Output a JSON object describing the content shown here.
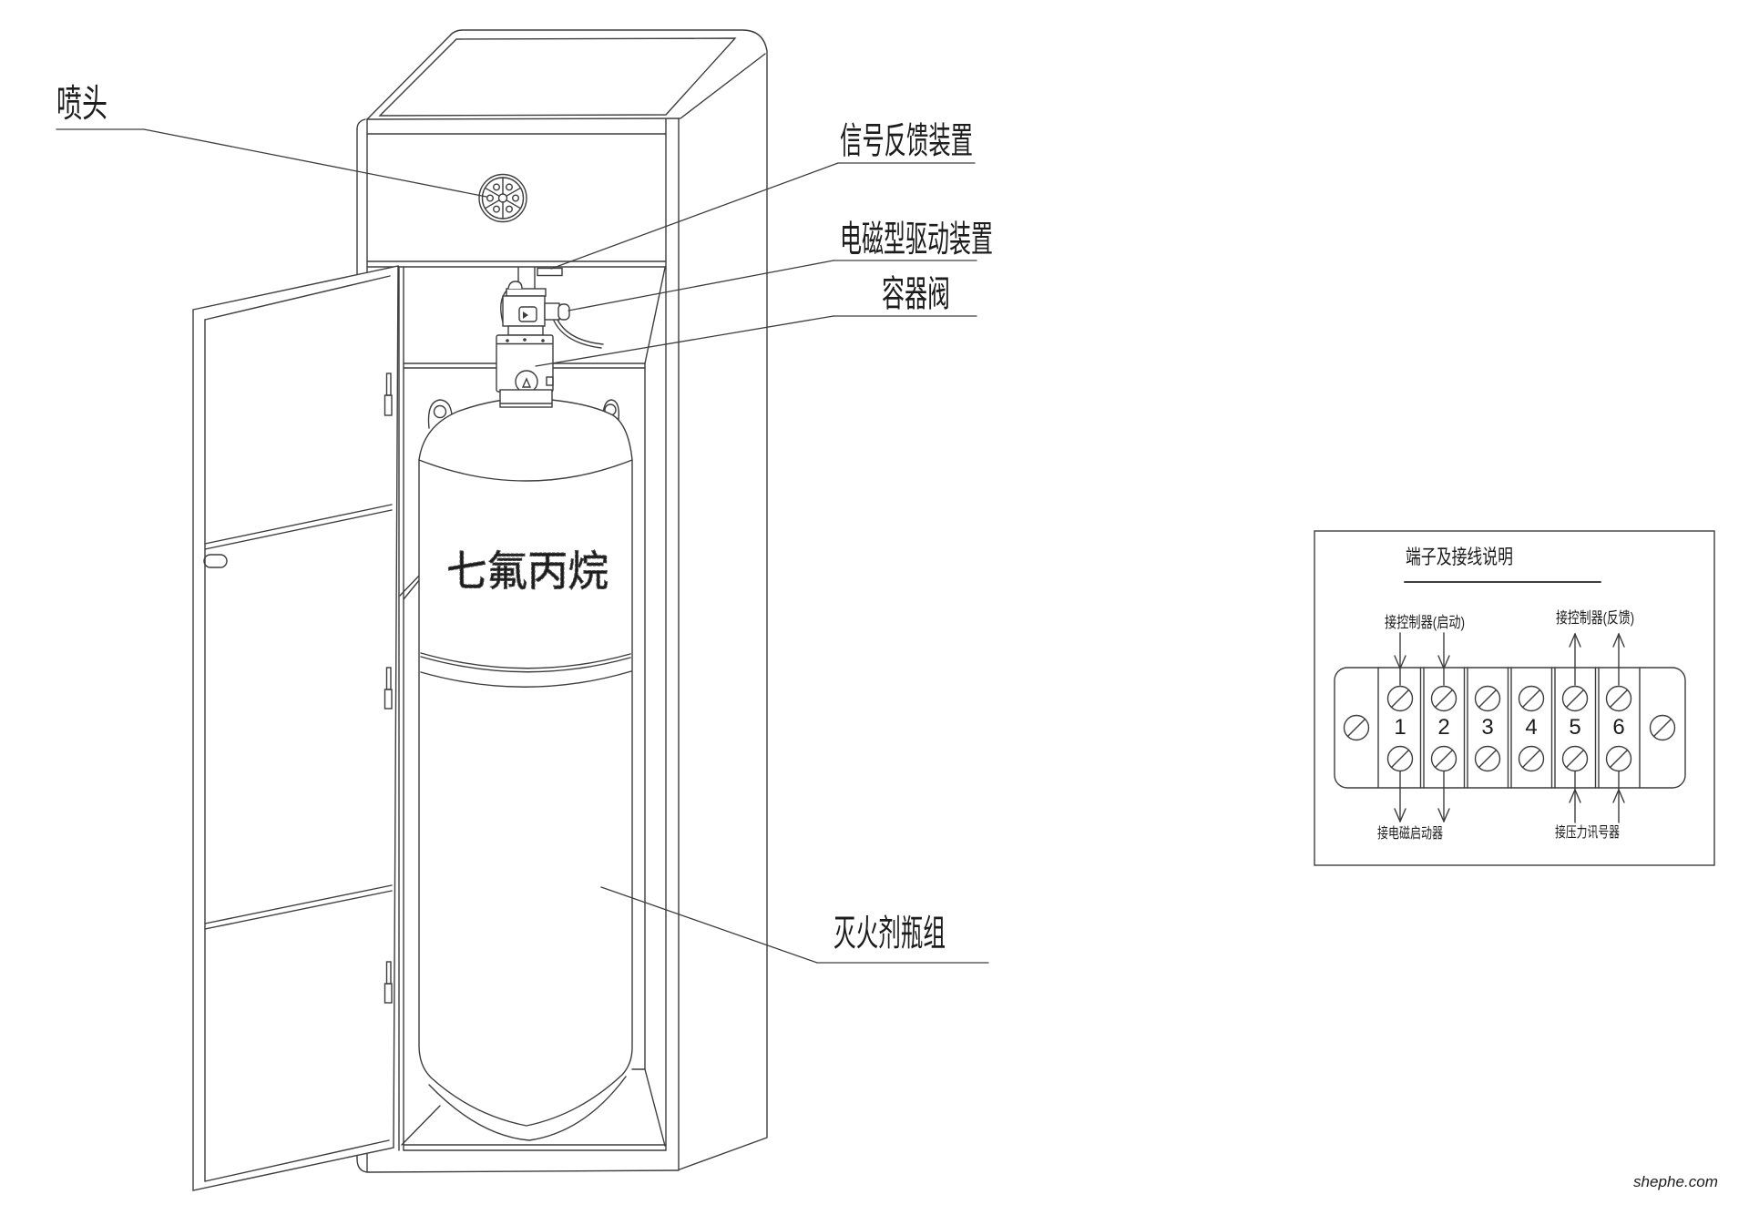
{
  "page": {
    "watermark": "shephe.com"
  },
  "colors": {
    "line": "#3d3d3d",
    "text": "#1c1c1c",
    "watermark": "#b5b5b5",
    "background": "#ffffff"
  },
  "device_diagram": {
    "labels": {
      "nozzle": "喷头",
      "signal_feedback": "信号反馈装置",
      "solenoid_drive": "电磁型驱动装置",
      "container_valve": "容器阀",
      "agent_cylinder_group": "灭火剂瓶组"
    },
    "cylinder_marking": "七氟丙烷"
  },
  "terminal_panel": {
    "title": "端子及接线说明",
    "terminals": [
      "1",
      "2",
      "3",
      "4",
      "5",
      "6"
    ],
    "labels": {
      "controller_start": "接控制器(启动)",
      "controller_feedback": "接控制器(反馈)",
      "solenoid_actuator": "接电磁启动器",
      "pressure_signal": "接压力讯号器"
    }
  }
}
